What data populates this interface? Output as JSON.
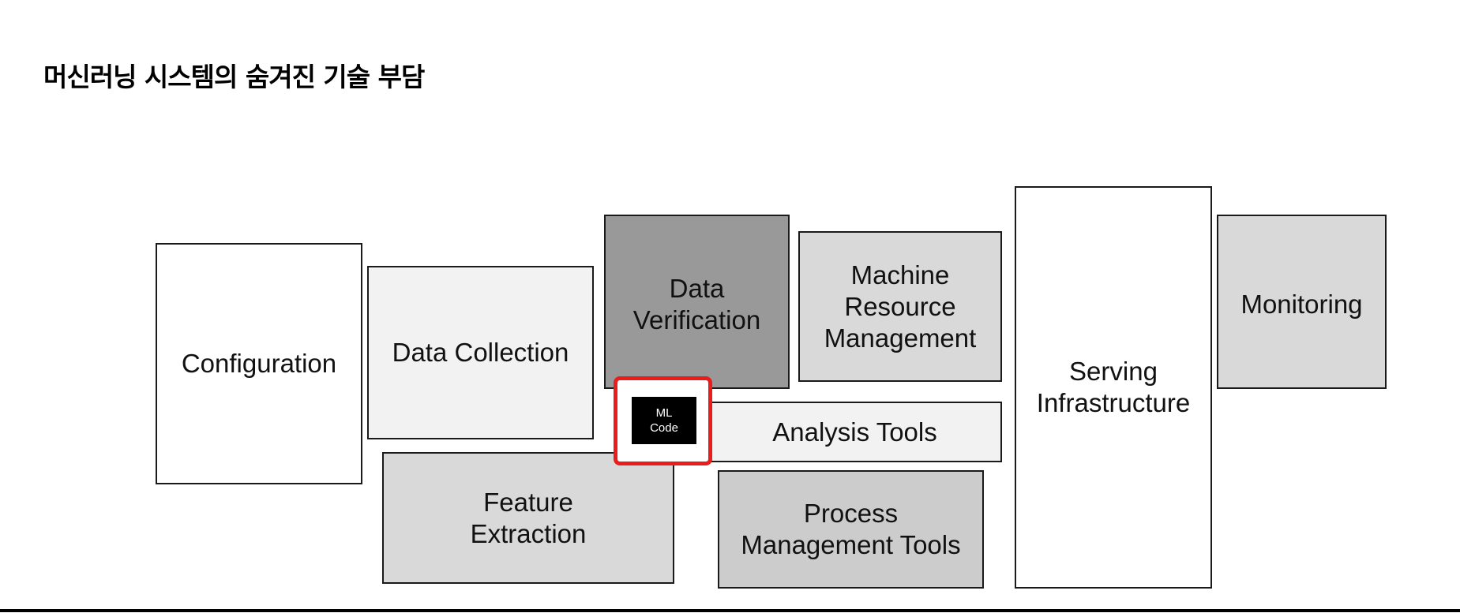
{
  "title": "머신러닝 시스템의 숨겨진 기술 부담",
  "boxes": {
    "configuration": [
      "Configuration"
    ],
    "data_collection": [
      "Data Collection"
    ],
    "feature_extraction": [
      "Feature",
      "Extraction"
    ],
    "data_verification": [
      "Data",
      "Verification"
    ],
    "machine_resource_management": [
      "Machine",
      "Resource",
      "Management"
    ],
    "analysis_tools": [
      "Analysis Tools"
    ],
    "process_management_tools": [
      "Process",
      "Management Tools"
    ],
    "serving_infrastructure": [
      "Serving",
      "Infrastructure"
    ],
    "monitoring": [
      "Monitoring"
    ]
  },
  "ml_code": [
    "ML",
    "Code"
  ],
  "colors": {
    "highlight": "#ea1d1d",
    "ml_code_fill": "#000000",
    "data_verification_fill": "#999999"
  }
}
